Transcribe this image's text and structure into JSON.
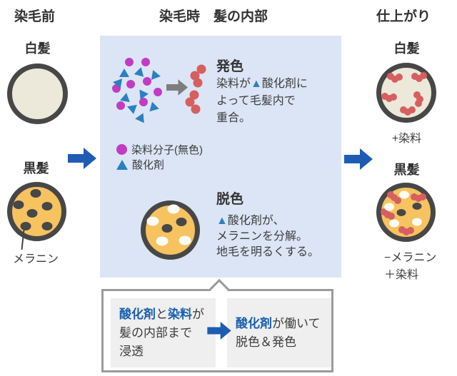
{
  "header": {
    "before": "染毛前",
    "during": "染毛時　髪の内部",
    "finish": "仕上がり"
  },
  "left": {
    "white_hair": "白髪",
    "black_hair": "黒髪",
    "melanin": "メラニン"
  },
  "develop": {
    "title": "発色",
    "l1a": "染料が",
    "l1b": "▲",
    "l1c": "酸化剤に",
    "l2": "よって毛髪内で",
    "l3": "重合。"
  },
  "legend": {
    "dye": "染料分子(無色)",
    "oxidizer": "酸化剤"
  },
  "bleach": {
    "title": "脱色",
    "l1a": "▲",
    "l1b": "酸化剤が、",
    "l2": "メラニンを分解。",
    "l3": "地毛を明るくする。"
  },
  "right": {
    "white_hair": "白髪",
    "white_note": "+染料",
    "black_hair": "黒髪",
    "black_note1": "−メラニン",
    "black_note2": "＋染料"
  },
  "callout": {
    "p1a": "酸化剤",
    "p1b": "と",
    "p1c": "染料",
    "p1d": "が",
    "p1l2": "髪の内部まで",
    "p1l3": "浸透",
    "p2a": "酸化剤",
    "p2b": "が働いて",
    "p2l2": "脱色＆発色"
  },
  "colors": {
    "panel_blue": "#dbe5f5",
    "arrow_blue": "#1e5cb3",
    "text_blue": "#1b5fae",
    "dye_magenta": "#c23bc2",
    "oxidizer_blue": "#2d7fc1",
    "polymer_red": "#d65f5f",
    "hair_orange": "#f6c360",
    "hair_cream": "#ece8da",
    "outline_dark": "#474747",
    "gray_arrow": "#7d7d7d"
  },
  "figures": {
    "groups": [
      {
        "name": "dye-molecule-dot",
        "class": "dot-magenta",
        "w": 12,
        "h": 12,
        "items": [
          [
            181,
            87
          ],
          [
            204,
            87
          ],
          [
            163,
            124
          ],
          [
            183,
            118
          ],
          [
            206,
            114
          ],
          [
            221,
            129
          ],
          [
            169,
            148
          ],
          [
            201,
            143
          ]
        ]
      },
      {
        "name": "oxidizer-triangle",
        "class": "tri-blue",
        "w": 0,
        "h": 0,
        "items": [
          [
            174,
            102,
            0
          ],
          [
            196,
            100,
            15
          ],
          [
            219,
            106,
            100
          ],
          [
            164,
            116,
            -80
          ],
          [
            176,
            136,
            10
          ],
          [
            202,
            132,
            85
          ],
          [
            186,
            154,
            170
          ],
          [
            217,
            151,
            105
          ],
          [
            198,
            164,
            25
          ]
        ]
      },
      {
        "name": "polymer-bead",
        "class": "bead-red",
        "w": 13,
        "h": 13,
        "items": [
          [
            282,
            97
          ],
          [
            273,
            106
          ],
          [
            277,
            116
          ],
          [
            272,
            133
          ],
          [
            266,
            143
          ],
          [
            274,
            153
          ]
        ]
      },
      {
        "name": "melanin-spot",
        "class": "spot-dark",
        "w": 15,
        "h": 12,
        "items": [
          [
            50,
            271
          ],
          [
            26,
            287
          ],
          [
            66,
            289
          ],
          [
            45,
            299
          ],
          [
            36,
            317
          ],
          [
            66,
            317
          ]
        ]
      },
      {
        "name": "bleach-white-spot",
        "class": "spot-white",
        "w": 17,
        "h": 13,
        "items": [
          [
            243,
            293
          ],
          [
            214,
            310
          ],
          [
            227,
            338
          ],
          [
            259,
            337
          ]
        ]
      },
      {
        "name": "bleach-melanin-spot",
        "class": "spot-dark",
        "w": 15,
        "h": 12,
        "items": [
          [
            254,
            311
          ],
          [
            234,
            320
          ]
        ]
      },
      {
        "name": "result-white-dye-bead",
        "class": "bead-red",
        "w": 10,
        "h": 10,
        "items": [
          [
            547,
            107
          ],
          [
            553,
            111
          ],
          [
            559,
            108
          ],
          [
            581,
            107
          ],
          [
            587,
            110
          ],
          [
            593,
            106
          ],
          [
            539,
            135
          ],
          [
            545,
            138
          ],
          [
            551,
            136
          ],
          [
            584,
            133
          ],
          [
            588,
            139
          ],
          [
            586,
            145
          ],
          [
            565,
            154
          ],
          [
            571,
            157
          ],
          [
            577,
            154
          ]
        ]
      },
      {
        "name": "result-black-dye-bead",
        "class": "bead-red",
        "w": 10,
        "h": 10,
        "items": [
          [
            547,
            273
          ],
          [
            552,
            277
          ],
          [
            557,
            281
          ],
          [
            580,
            276
          ],
          [
            586,
            278
          ],
          [
            592,
            276
          ],
          [
            538,
            297
          ],
          [
            543,
            301
          ],
          [
            548,
            303
          ],
          [
            563,
            322
          ],
          [
            569,
            325
          ],
          [
            575,
            323
          ]
        ]
      },
      {
        "name": "result-black-bleached-spot",
        "class": "spot-white",
        "w": 14,
        "h": 11,
        "items": [
          [
            566,
            273
          ],
          [
            545,
            290
          ],
          [
            552,
            313
          ],
          [
            584,
            311
          ]
        ]
      },
      {
        "name": "result-black-melanin-spot",
        "class": "spot-dark",
        "w": 13,
        "h": 10,
        "items": [
          [
            584,
            289
          ],
          [
            562,
            298
          ]
        ]
      }
    ]
  }
}
